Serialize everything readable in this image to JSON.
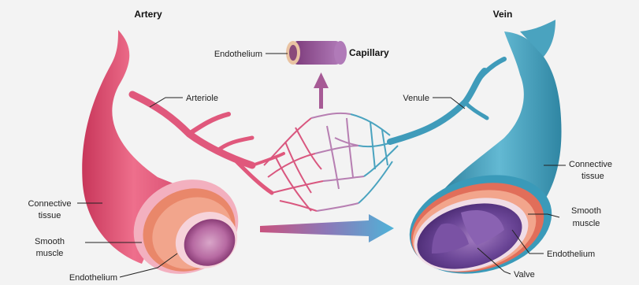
{
  "titles": {
    "artery": "Artery",
    "vein": "Vein",
    "capillary": "Capillary"
  },
  "labels": {
    "endothelium_capillary": "Endothelium",
    "arteriole": "Arteriole",
    "venule": "Venule",
    "artery_connective_1": "Connective",
    "artery_connective_2": "tissue",
    "artery_smooth_1": "Smooth",
    "artery_smooth_2": "muscle",
    "artery_endothelium": "Endothelium",
    "vein_connective_1": "Connective",
    "vein_connective_2": "tissue",
    "vein_smooth_1": "Smooth",
    "vein_smooth_2": "muscle",
    "vein_endothelium": "Endothelium",
    "valve": "Valve"
  },
  "colors": {
    "artery": "#e85a7a",
    "artery_dark": "#c23a5c",
    "vein": "#4aa3bf",
    "vein_dark": "#2f7f9c",
    "muscle": "#e9876a",
    "lumen_artery": "#a04a8a",
    "lumen_vein": "#6a3f8f",
    "arrow": "#5bb5d6"
  }
}
